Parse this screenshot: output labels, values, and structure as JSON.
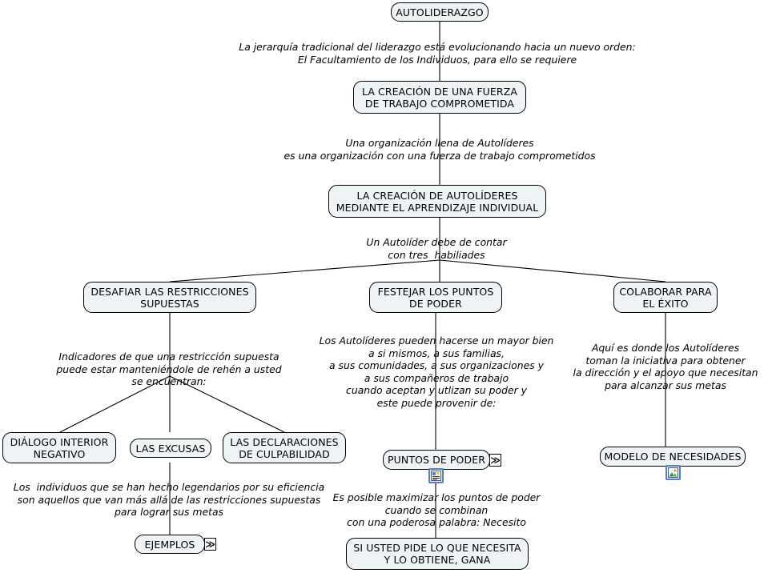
{
  "map": {
    "title": "AUTOLIDERAZGO",
    "background": "#ffffff",
    "node_fill": "#eef4f6",
    "node_border": "#000000",
    "edge_color": "#000000",
    "icon_border": "#4f7fd0"
  },
  "nodes": {
    "autoliderazgo": {
      "label": "AUTOLIDERAZGO"
    },
    "fuerza_trabajo": {
      "label": "LA CREACIÓN DE UNA FUERZA\nDE TRABAJO COMPROMETIDA"
    },
    "creacion_autolideres": {
      "label": "LA CREACIÓN DE AUTOLÍDERES\nMEDIANTE EL APRENDIZAJE INDIVIDUAL"
    },
    "desafiar": {
      "label": "DESAFIAR LAS RESTRICCIONES\nSUPUESTAS"
    },
    "festejar": {
      "label": "FESTEJAR LOS PUNTOS\nDE PODER"
    },
    "colaborar": {
      "label": "COLABORAR PARA\nEL ÉXITO"
    },
    "dialogo": {
      "label": "DIÁLOGO INTERIOR\nNEGATIVO"
    },
    "excusas": {
      "label": "LAS EXCUSAS"
    },
    "declaraciones": {
      "label": "LAS DECLARACIONES\nDE CULPABILIDAD"
    },
    "puntos_poder": {
      "label": "PUNTOS DE PODER",
      "badge": "≫",
      "resource_icon": "document-icon"
    },
    "modelo": {
      "label": "MODELO DE NECESIDADES",
      "resource_icon": "image-icon"
    },
    "ejemplos": {
      "label": "EJEMPLOS",
      "badge": "≫"
    },
    "si_usted_pide": {
      "label": "SI USTED PIDE LO QUE NECESITA\nY LO OBTIENE, GANA"
    }
  },
  "notes": {
    "jerarquia": "La jerarquía tradicional del liderazgo está evolucionando hacia un nuevo orden:\nEl Facultamiento de los Individuos, para ello se requiere",
    "organizacion": "Una organización llena de Autolíderes\nes una organización con una fuerza de trabajo comprometidos",
    "habilidades": "Un Autolíder debe de contar\ncon tres  habiliades",
    "indicadores": "Indicadores de que una restricción supuesta\npuede estar manteniéndole de rehén a usted\nse encuentran:",
    "mayor_bien": "Los Autolíderes pueden hacerse un mayor bien\na si mismos, a sus familias,\na sus comunidades, a sus organizaciones y\na sus compañeros de trabajo\ncuando aceptan y utlizan su poder y\neste puede provenir de:",
    "aqui_es_donde": "Aquí es donde los Autolíderes\ntoman la iniciativa para obtener\nla dirección y el apoyo que necesitan\npara alcanzar sus metas",
    "legendarios": "Los  individuos que se han hecho legendarios por su eficiencia\nson aquellos que van más allá de las restricciones supuestas\npara lograr sus metas",
    "maximizar": "Es posible maximizar los puntos de poder\ncuando se combinan\ncon una poderosa palabra: Necesito"
  }
}
